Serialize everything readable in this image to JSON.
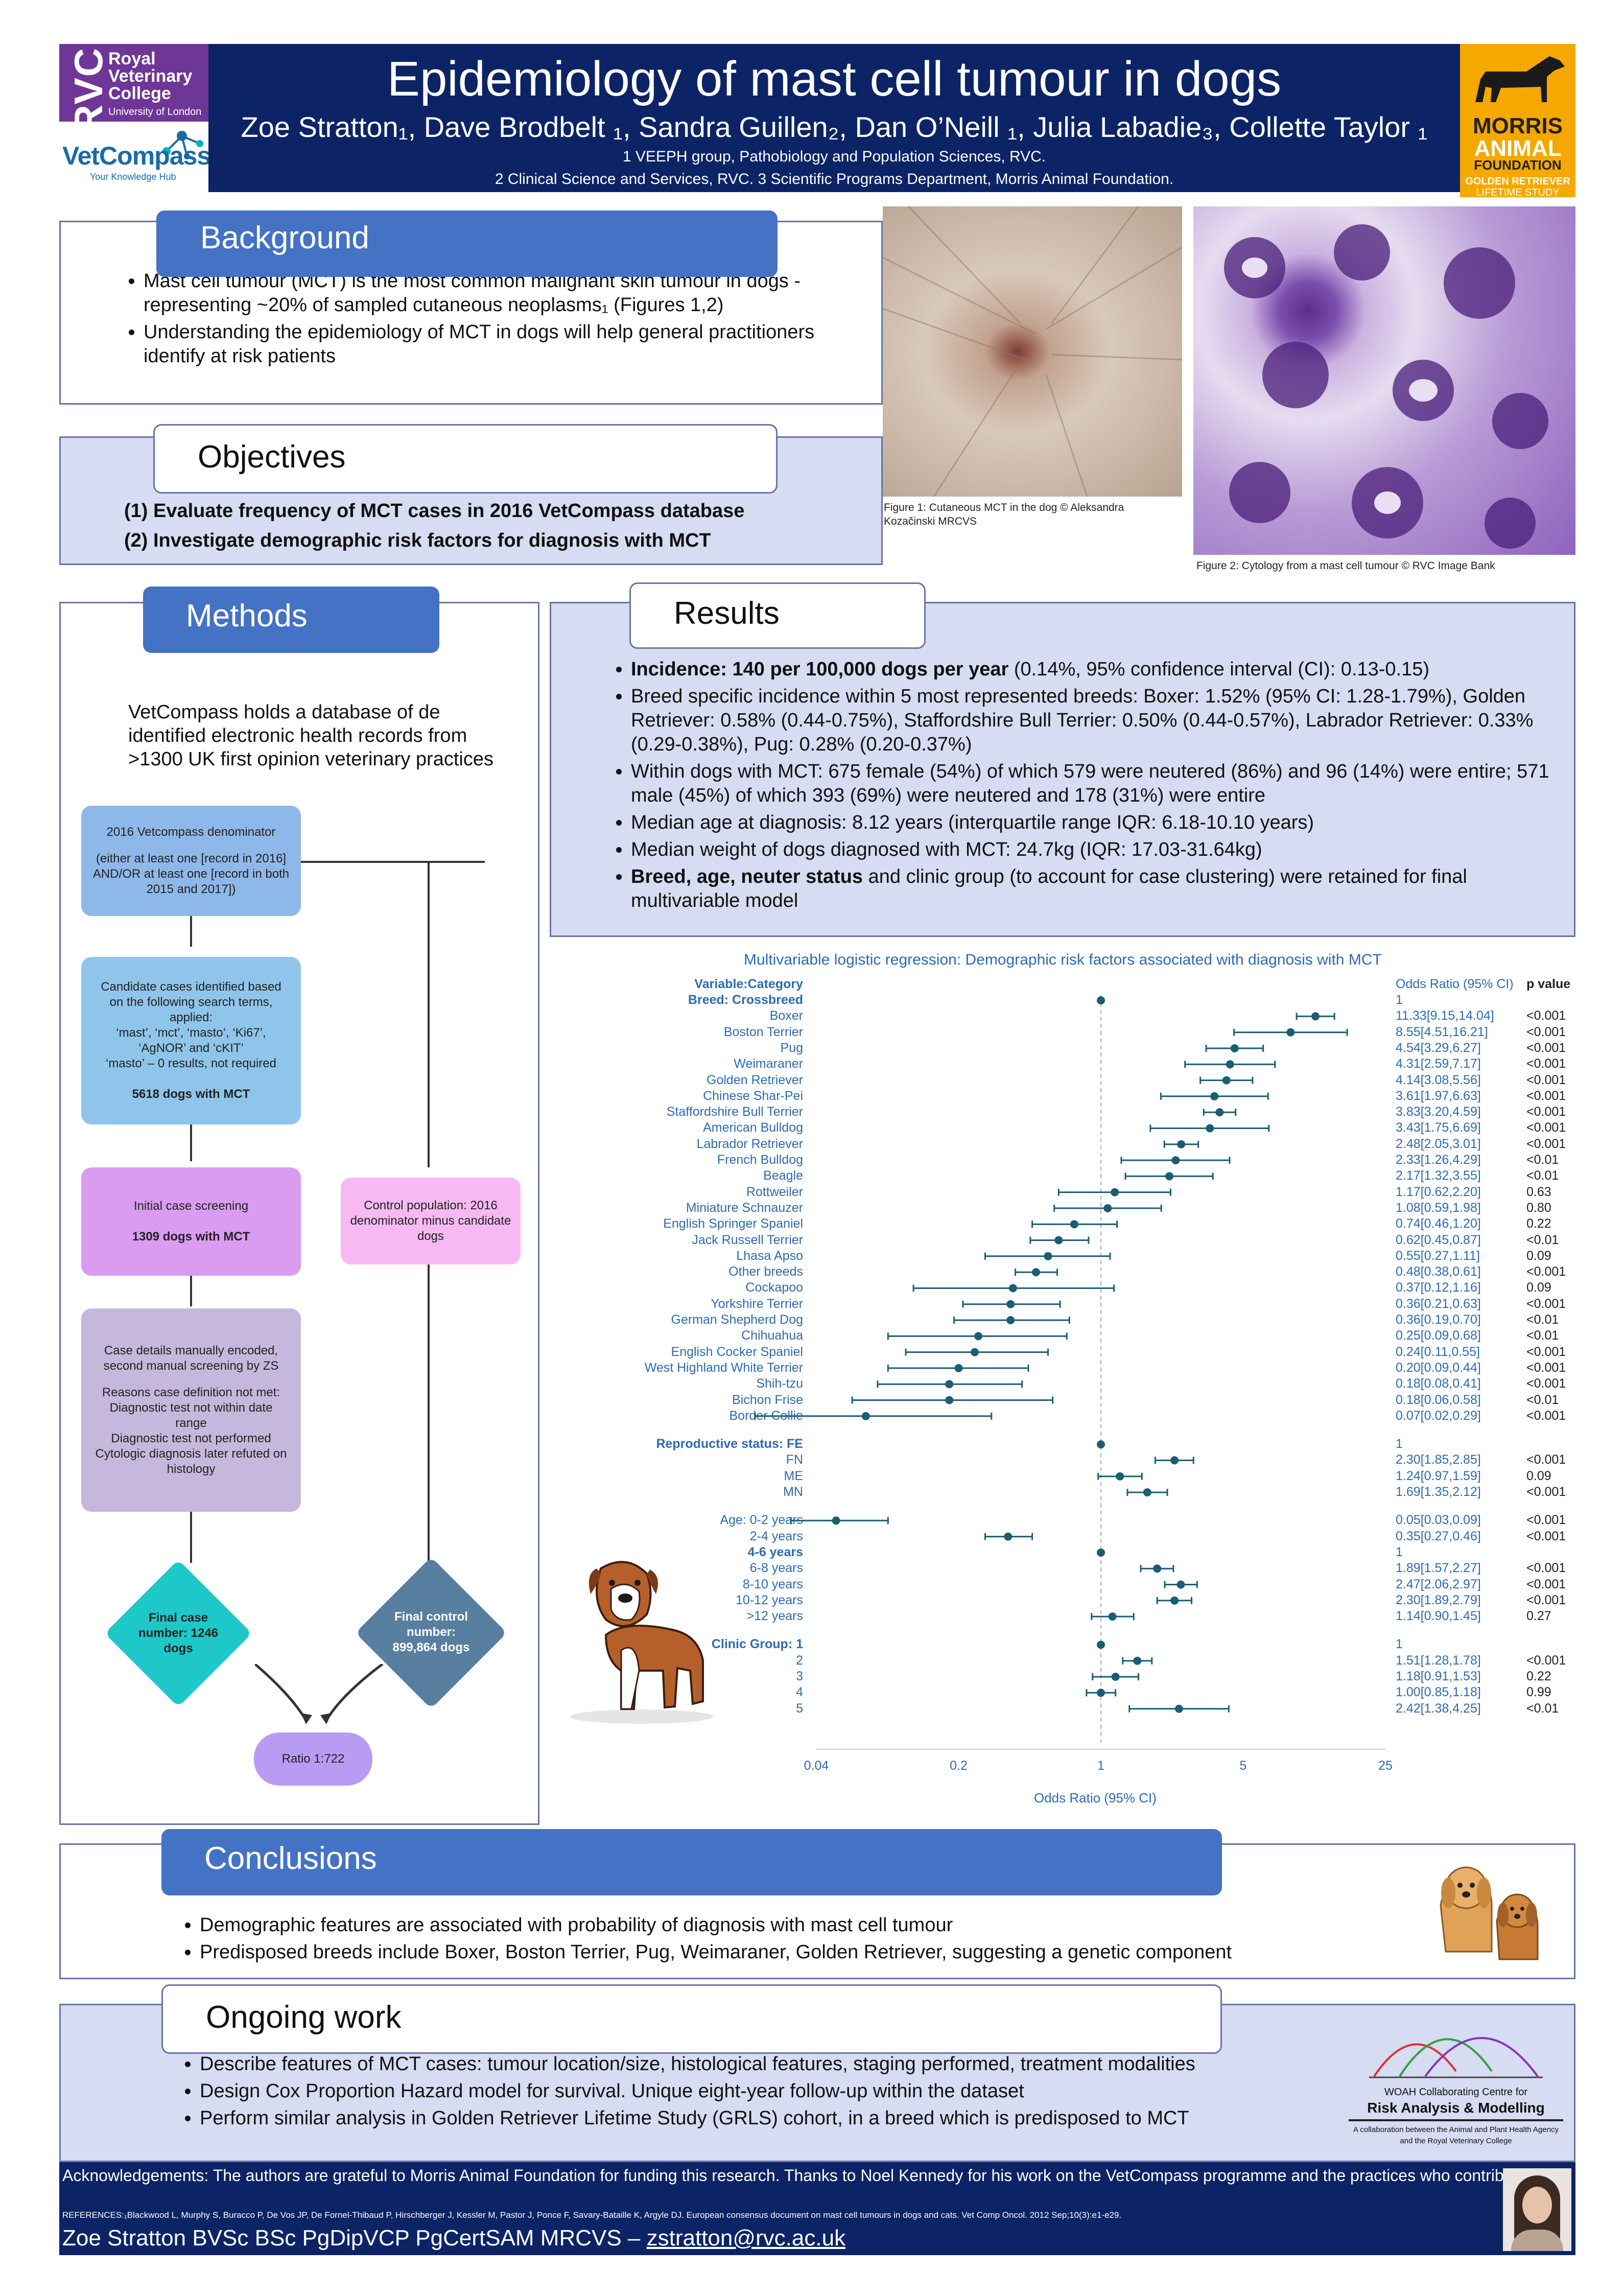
{
  "header": {
    "title": "Epidemiology of mast cell tumour in dogs",
    "authors": "Zoe Stratton₁, Dave Brodbelt ₁, Sandra Guillen₂, Dan O’Neill ₁, Julia Labadie₃, Collette Taylor ₁",
    "affiliation1": "1 VEEPH group, Pathobiology and Population Sciences, RVC.",
    "affiliation2": "2 Clinical Science and Services, RVC. 3 Scientific Programs Department, Morris Animal Foundation."
  },
  "logos": {
    "rvc_letters": "RVC",
    "rvc_line1": "Royal",
    "rvc_line2": "Veterinary",
    "rvc_line3": "College",
    "rvc_line4": "University of London",
    "vetcompass": "VetCompass",
    "vetcompass_tagline": "Your Knowledge Hub",
    "morris1": "MORRIS",
    "morris2": "ANIMAL",
    "morris3": "FOUNDATION",
    "morris4": "GOLDEN RETRIEVER",
    "morris5": "LIFETIME STUDY",
    "woah1": "WOAH Collaborating Centre for",
    "woah2": "Risk Analysis & Modelling",
    "woah3": "A collaboration between the Animal and Plant Health Agency",
    "woah4": "and the Royal Veterinary College"
  },
  "background": {
    "heading": "Background",
    "bullets": [
      "Mast cell tumour (MCT) is the most common malignant skin tumour in dogs - representing ~20% of sampled cutaneous neoplasms₁ (Figures 1,2)",
      "Understanding the epidemiology of MCT in dogs will help general practitioners identify at risk patients"
    ]
  },
  "objectives": {
    "heading": "Objectives",
    "items": [
      "(1) Evaluate frequency of MCT cases in 2016 VetCompass database",
      "(2) Investigate demographic risk factors for diagnosis with MCT"
    ]
  },
  "figures": {
    "fig1_caption": "Figure 1: Cutaneous MCT in the dog © Aleksandra Kozačinski MRCVS",
    "fig2_caption": "Figure 2: Cytology from a mast cell tumour © RVC Image Bank"
  },
  "methods": {
    "heading": "Methods",
    "intro": "VetCompass holds a database of de identified electronic health records from >1300 UK first opinion veterinary practices",
    "box1_a": "2016 Vetcompass denominator",
    "box1_b": "(either at least one [record in 2016] AND/OR at least one [record in both 2015 and 2017])",
    "box2_a": "Candidate cases identified based on the following search terms, applied:",
    "box2_b": "‘mast’, ‘mct’, ‘masto’, ‘Ki67’, ‘AgNOR’ and ‘cKIT’",
    "box2_c": "‘masto’ – 0 results, not required",
    "box2_d": "5618 dogs with MCT",
    "box3_a": "Initial case screening",
    "box3_b": "1309 dogs with MCT",
    "box4_a": "Control population: 2016 denominator minus candidate dogs",
    "box5_a": "Case details manually encoded, second manual screening by ZS",
    "box5_b": "Reasons case definition not met:",
    "box5_c": "Diagnostic test not within date range",
    "box5_d": "Diagnostic test not performed",
    "box5_e": "Cytologic diagnosis later refuted on histology",
    "diamond1": "Final case number: 1246 dogs",
    "diamond2": "Final control number: 899,864 dogs",
    "ratio": "Ratio 1:722"
  },
  "results": {
    "heading": "Results",
    "b1_bold": "Incidence: 140 per 100,000 dogs per year",
    "b1_rest": " (0.14%, 95% confidence interval (CI): 0.13-0.15)",
    "b2": "Breed specific incidence within 5 most represented breeds: Boxer: 1.52% (95% CI: 1.28-1.79%), Golden Retriever: 0.58% (0.44-0.75%), Staffordshire Bull Terrier: 0.50% (0.44-0.57%), Labrador Retriever: 0.33% (0.29-0.38%), Pug: 0.28% (0.20-0.37%)",
    "b3": "Within dogs with MCT: 675 female (54%) of which 579 were neutered (86%) and 96 (14%) were entire; 571 male (45%) of which 393 (69%) were neutered and 178 (31%) were entire",
    "b4": "Median age at diagnosis: 8.12 years (interquartile range IQR: 6.18-10.10 years)",
    "b5": "Median weight of dogs diagnosed with MCT: 24.7kg (IQR: 17.03-31.64kg)",
    "b6_bold": "Breed, age, neuter status",
    "b6_rest": " and clinic group (to account for case clustering) were retained for final multivariable model"
  },
  "chart_data": {
    "type": "forest",
    "title": "Multivariable logistic regression: Demographic risk factors associated with diagnosis with MCT",
    "xlabel": "Odds Ratio (95% CI)",
    "xscale": "log",
    "xticks": [
      "0.04",
      "0.2",
      "1",
      "5",
      "25"
    ],
    "xlim": [
      0.04,
      25
    ],
    "col_variable": "Variable:Category",
    "col_or": "Odds Ratio (95% CI)",
    "col_p": "p value",
    "rows": [
      {
        "label": "Breed: Crossbreed",
        "bold": true,
        "or": 1,
        "lo": null,
        "hi": null,
        "text": "1",
        "p": ""
      },
      {
        "label": "Boxer",
        "or": 11.33,
        "lo": 9.15,
        "hi": 14.04,
        "text": "11.33[9.15,14.04]",
        "p": "<0.001"
      },
      {
        "label": "Boston Terrier",
        "or": 8.55,
        "lo": 4.51,
        "hi": 16.21,
        "text": "8.55[4.51,16.21]",
        "p": "<0.001"
      },
      {
        "label": "Pug",
        "or": 4.54,
        "lo": 3.29,
        "hi": 6.27,
        "text": "4.54[3.29,6.27]",
        "p": "<0.001"
      },
      {
        "label": "Weimaraner",
        "or": 4.31,
        "lo": 2.59,
        "hi": 7.17,
        "text": "4.31[2.59,7.17]",
        "p": "<0.001"
      },
      {
        "label": "Golden Retriever",
        "or": 4.14,
        "lo": 3.08,
        "hi": 5.56,
        "text": "4.14[3.08,5.56]",
        "p": "<0.001"
      },
      {
        "label": "Chinese Shar-Pei",
        "or": 3.61,
        "lo": 1.97,
        "hi": 6.63,
        "text": "3.61[1.97,6.63]",
        "p": "<0.001"
      },
      {
        "label": "Staffordshire Bull Terrier",
        "or": 3.83,
        "lo": 3.2,
        "hi": 4.59,
        "text": "3.83[3.20,4.59]",
        "p": "<0.001"
      },
      {
        "label": "American Bulldog",
        "or": 3.43,
        "lo": 1.75,
        "hi": 6.69,
        "text": "3.43[1.75,6.69]",
        "p": "<0.001"
      },
      {
        "label": "Labrador Retriever",
        "or": 2.48,
        "lo": 2.05,
        "hi": 3.01,
        "text": "2.48[2.05,3.01]",
        "p": "<0.001"
      },
      {
        "label": "French Bulldog",
        "or": 2.33,
        "lo": 1.26,
        "hi": 4.29,
        "text": "2.33[1.26,4.29]",
        "p": "<0.01"
      },
      {
        "label": "Beagle",
        "or": 2.17,
        "lo": 1.32,
        "hi": 3.55,
        "text": "2.17[1.32,3.55]",
        "p": "<0.01"
      },
      {
        "label": "Rottweiler",
        "or": 1.17,
        "lo": 0.62,
        "hi": 2.2,
        "text": "1.17[0.62,2.20]",
        "p": "0.63"
      },
      {
        "label": "Miniature Schnauzer",
        "or": 1.08,
        "lo": 0.59,
        "hi": 1.98,
        "text": "1.08[0.59,1.98]",
        "p": "0.80"
      },
      {
        "label": "English Springer Spaniel",
        "or": 0.74,
        "lo": 0.46,
        "hi": 1.2,
        "text": "0.74[0.46,1.20]",
        "p": "0.22"
      },
      {
        "label": "Jack Russell Terrier",
        "or": 0.62,
        "lo": 0.45,
        "hi": 0.87,
        "text": "0.62[0.45,0.87]",
        "p": "<0.01"
      },
      {
        "label": "Lhasa Apso",
        "or": 0.55,
        "lo": 0.27,
        "hi": 1.11,
        "text": "0.55[0.27,1.11]",
        "p": "0.09"
      },
      {
        "label": "Other breeds",
        "or": 0.48,
        "lo": 0.38,
        "hi": 0.61,
        "text": "0.48[0.38,0.61]",
        "p": "<0.001"
      },
      {
        "label": "Cockapoo",
        "or": 0.37,
        "lo": 0.12,
        "hi": 1.16,
        "text": "0.37[0.12,1.16]",
        "p": "0.09"
      },
      {
        "label": "Yorkshire Terrier",
        "or": 0.36,
        "lo": 0.21,
        "hi": 0.63,
        "text": "0.36[0.21,0.63]",
        "p": "<0.001"
      },
      {
        "label": "German Shepherd Dog",
        "or": 0.36,
        "lo": 0.19,
        "hi": 0.7,
        "text": "0.36[0.19,0.70]",
        "p": "<0.01"
      },
      {
        "label": "Chihuahua",
        "or": 0.25,
        "lo": 0.09,
        "hi": 0.68,
        "text": "0.25[0.09,0.68]",
        "p": "<0.01"
      },
      {
        "label": "English Cocker Spaniel",
        "or": 0.24,
        "lo": 0.11,
        "hi": 0.55,
        "text": "0.24[0.11,0.55]",
        "p": "<0.001"
      },
      {
        "label": "West Highland White Terrier",
        "or": 0.2,
        "lo": 0.09,
        "hi": 0.44,
        "text": "0.20[0.09,0.44]",
        "p": "<0.001"
      },
      {
        "label": "Shih-tzu",
        "or": 0.18,
        "lo": 0.08,
        "hi": 0.41,
        "text": "0.18[0.08,0.41]",
        "p": "<0.001"
      },
      {
        "label": "Bichon Frise",
        "or": 0.18,
        "lo": 0.06,
        "hi": 0.58,
        "text": "0.18[0.06,0.58]",
        "p": "<0.01"
      },
      {
        "label": "Border Collie",
        "or": 0.07,
        "lo": 0.02,
        "hi": 0.29,
        "text": "0.07[0.02,0.29]",
        "p": "<0.001"
      },
      {
        "gap": true
      },
      {
        "label": "Reproductive status: FE",
        "bold": true,
        "or": 1,
        "lo": null,
        "hi": null,
        "text": "1",
        "p": ""
      },
      {
        "label": "FN",
        "or": 2.3,
        "lo": 1.85,
        "hi": 2.85,
        "text": "2.30[1.85,2.85]",
        "p": "<0.001"
      },
      {
        "label": "ME",
        "or": 1.24,
        "lo": 0.97,
        "hi": 1.59,
        "text": "1.24[0.97,1.59]",
        "p": "0.09"
      },
      {
        "label": "MN",
        "or": 1.69,
        "lo": 1.35,
        "hi": 2.12,
        "text": "1.69[1.35,2.12]",
        "p": "<0.001"
      },
      {
        "gap": true
      },
      {
        "label": "Age: 0-2 years",
        "or": 0.05,
        "lo": 0.03,
        "hi": 0.09,
        "text": "0.05[0.03,0.09]",
        "p": "<0.001"
      },
      {
        "label": "2-4 years",
        "or": 0.35,
        "lo": 0.27,
        "hi": 0.46,
        "text": "0.35[0.27,0.46]",
        "p": "<0.001"
      },
      {
        "label": "4-6 years",
        "bold": true,
        "or": 1,
        "lo": null,
        "hi": null,
        "text": "1",
        "p": ""
      },
      {
        "label": "6-8 years",
        "or": 1.89,
        "lo": 1.57,
        "hi": 2.27,
        "text": "1.89[1.57,2.27]",
        "p": "<0.001"
      },
      {
        "label": "8-10 years",
        "or": 2.47,
        "lo": 2.06,
        "hi": 2.97,
        "text": "2.47[2.06,2.97]",
        "p": "<0.001"
      },
      {
        "label": "10-12 years",
        "or": 2.3,
        "lo": 1.89,
        "hi": 2.79,
        "text": "2.30[1.89,2.79]",
        "p": "<0.001"
      },
      {
        "label": ">12 years",
        "or": 1.14,
        "lo": 0.9,
        "hi": 1.45,
        "text": "1.14[0.90,1.45]",
        "p": "0.27"
      },
      {
        "gap": true
      },
      {
        "label": "Clinic Group: 1",
        "bold": true,
        "or": 1,
        "lo": null,
        "hi": null,
        "text": "1",
        "p": ""
      },
      {
        "label": "2",
        "or": 1.51,
        "lo": 1.28,
        "hi": 1.78,
        "text": "1.51[1.28,1.78]",
        "p": "<0.001"
      },
      {
        "label": "3",
        "or": 1.18,
        "lo": 0.91,
        "hi": 1.53,
        "text": "1.18[0.91,1.53]",
        "p": "0.22"
      },
      {
        "label": "4",
        "or": 1.0,
        "lo": 0.85,
        "hi": 1.18,
        "text": "1.00[0.85,1.18]",
        "p": "0.99"
      },
      {
        "label": "5",
        "or": 2.42,
        "lo": 1.38,
        "hi": 4.25,
        "text": "2.42[1.38,4.25]",
        "p": "<0.01"
      }
    ]
  },
  "conclusions": {
    "heading": "Conclusions",
    "bullets": [
      "Demographic features are associated with probability of diagnosis with mast cell tumour",
      "Predisposed breeds include Boxer, Boston Terrier, Pug, Weimaraner, Golden Retriever, suggesting a genetic component"
    ]
  },
  "ongoing": {
    "heading": "Ongoing work",
    "bullets": [
      "Describe features of MCT cases: tumour location/size, histological features, staging performed, treatment modalities",
      "Design Cox Proportion Hazard model for survival. Unique eight-year follow-up within the dataset",
      "Perform similar analysis in Golden Retriever Lifetime Study (GRLS) cohort, in a breed which is predisposed to MCT"
    ]
  },
  "footer": {
    "ack": "Acknowledgements: The authors are grateful to Morris Animal Foundation for funding this research. Thanks to Noel Kennedy for his work on the VetCompass programme and the practices who contribute.",
    "refs": "REFERENCES:₁Blackwood L, Murphy S, Buracco P, De Vos JP, De Fornel-Thibaud P, Hirschberger J, Kessler M, Pastor J, Ponce F, Savary-Bataille K, Argyle DJ. European consensus document on mast cell tumours in dogs and cats. Vet Comp Oncol. 2012 Sep;10(3):e1-e29.",
    "name": "Zoe Stratton BVSc BSc PgDipVCP PgCertSAM MRCVS – ",
    "email": "zstratton@rvc.ac.uk"
  },
  "colors": {
    "navy": "#0c2466",
    "accent_blue": "#4472c4",
    "lavender": "#d6dcf1",
    "forest_point": "#1b5e73",
    "forest_label": "#2e6ab1"
  }
}
